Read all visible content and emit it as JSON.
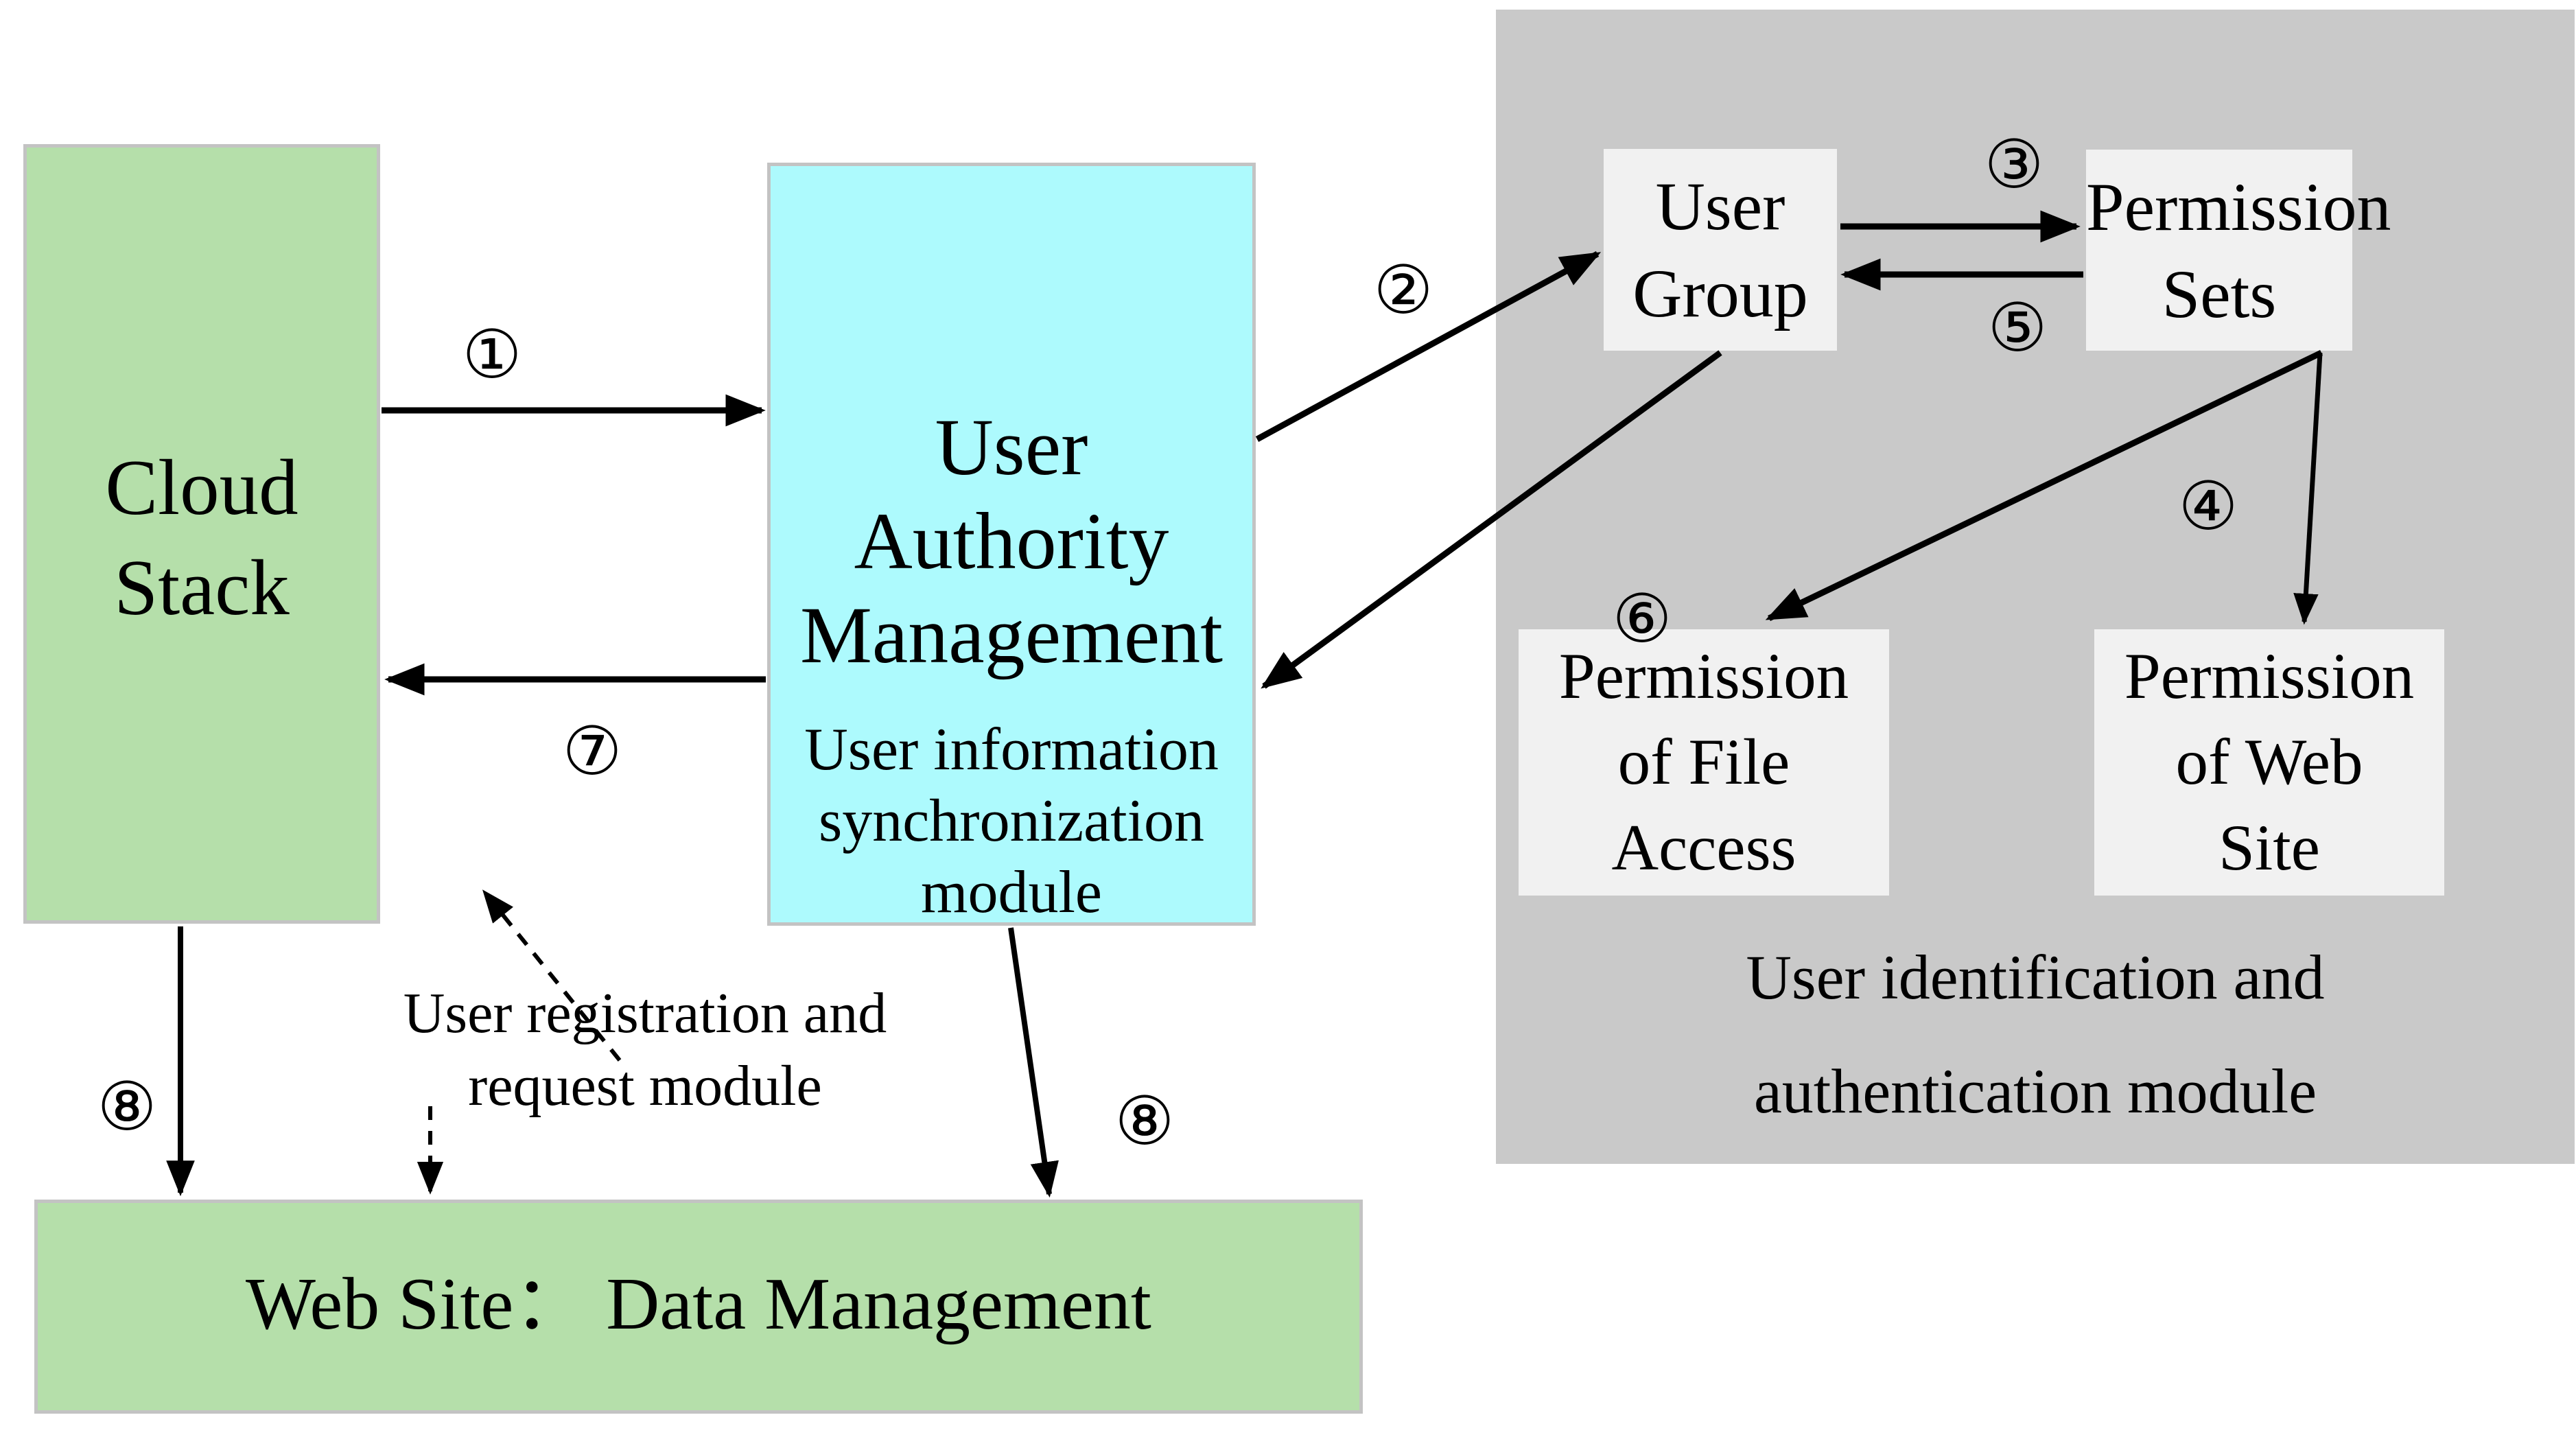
{
  "colors": {
    "box_green": "#b5dfaa",
    "box_cyan": "#adfafd",
    "panel_gray": "#c9c9c9",
    "box_light": "#f1f1f1",
    "border_gray": "#c3c3c3",
    "arrow_black": "#000000"
  },
  "nodes": {
    "cloud_stack": {
      "lines": [
        "Cloud",
        "Stack"
      ]
    },
    "user_authority_management": {
      "title_lines": [
        "User",
        "Authority",
        "Management"
      ],
      "subtitle_lines": [
        "User information",
        "synchronization",
        "module"
      ]
    },
    "user_group": {
      "lines": [
        "User",
        "Group"
      ]
    },
    "permission_sets": {
      "lines": [
        "Permission",
        "Sets"
      ]
    },
    "permission_file": {
      "lines": [
        "Permission",
        "of File",
        "Access"
      ]
    },
    "permission_web": {
      "lines": [
        "Permission",
        "of Web",
        "Site"
      ]
    },
    "web_site": {
      "label": "Web Site：  Data Management"
    }
  },
  "captions": {
    "identification_line1": "User identification and",
    "identification_line2": "authentication module",
    "registration_line1": "User registration and",
    "registration_line2": "request module"
  },
  "steps": {
    "n1": "①",
    "n2": "②",
    "n3": "③",
    "n4": "④",
    "n5": "⑤",
    "n6": "⑥",
    "n7": "⑦",
    "n8": "⑧"
  }
}
